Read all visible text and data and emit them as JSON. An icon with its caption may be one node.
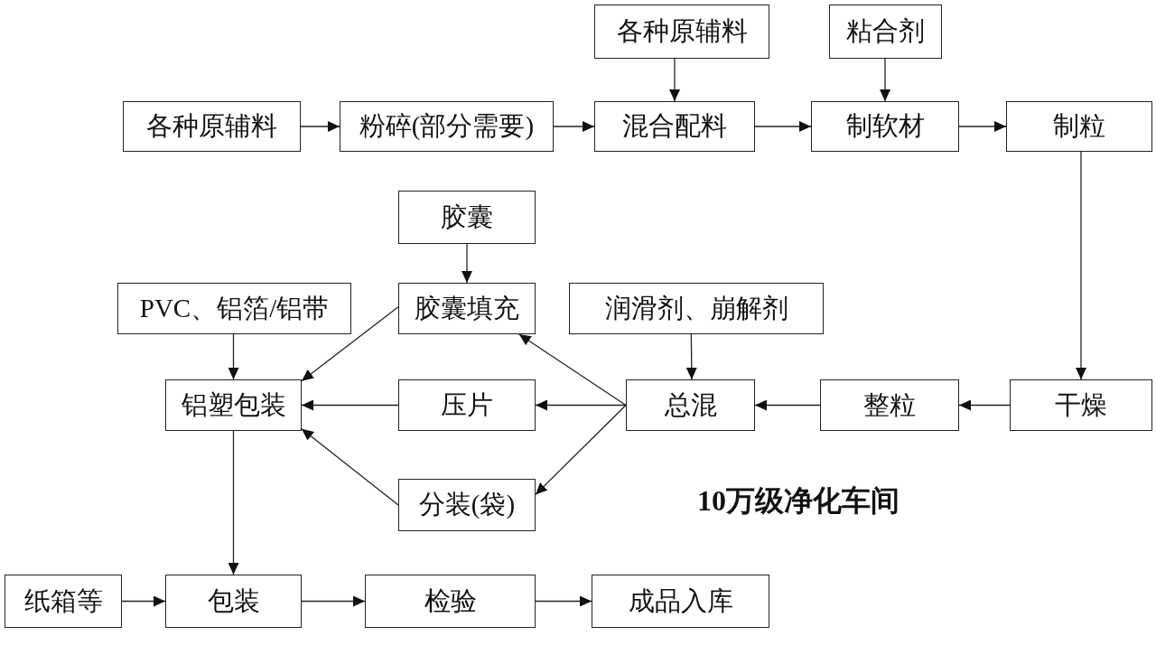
{
  "diagram": {
    "nodes": [
      {
        "text": [
          "各种原辅料"
        ]
      },
      {
        "text": [
          "粉碎(部分需要)"
        ]
      },
      {
        "text": [
          "各种原辅料"
        ]
      },
      {
        "text": [
          "混合配料"
        ]
      },
      {
        "text": [
          "粘合剂"
        ]
      },
      {
        "text": [
          "制软材"
        ]
      },
      {
        "text": [
          "制粒"
        ]
      },
      {
        "text": [
          "胶囊"
        ]
      },
      {
        "text": [
          "PVC、铝箔/铝带"
        ]
      },
      {
        "text": [
          "胶囊填充"
        ]
      },
      {
        "text": [
          "润滑剂、崩解剂"
        ]
      },
      {
        "text": [
          "铝塑包装"
        ]
      },
      {
        "text": [
          "压片"
        ]
      },
      {
        "text": [
          "总混"
        ]
      },
      {
        "text": [
          "整粒"
        ]
      },
      {
        "text": [
          "干燥"
        ]
      },
      {
        "text": [
          "分装(袋)"
        ]
      },
      {
        "text": [
          "纸箱等"
        ]
      },
      {
        "text": [
          "包装"
        ]
      },
      {
        "text": [
          "检验"
        ]
      },
      {
        "text": [
          "成品入库"
        ]
      }
    ],
    "edges": [
      {
        "from": 0,
        "to": 1,
        "arrow": "to"
      },
      {
        "from": 1,
        "to": 3,
        "arrow": "to"
      },
      {
        "from": 2,
        "to": 3,
        "arrow": "to"
      },
      {
        "from": 3,
        "to": 5,
        "arrow": "to"
      },
      {
        "from": 4,
        "to": 5,
        "arrow": "to"
      },
      {
        "from": 5,
        "to": 6,
        "arrow": "to"
      },
      {
        "from": 6,
        "to": 15,
        "arrow": "to"
      },
      {
        "from": 15,
        "to": 14,
        "arrow": "to"
      },
      {
        "from": 14,
        "to": 13,
        "arrow": "to"
      },
      {
        "from": 10,
        "to": 13,
        "arrow": "to"
      },
      {
        "from": 13,
        "to": 9,
        "arrow": "to"
      },
      {
        "from": 13,
        "to": 12,
        "arrow": "to"
      },
      {
        "from": 13,
        "to": 16,
        "arrow": "to"
      },
      {
        "from": 7,
        "to": 9,
        "arrow": "to"
      },
      {
        "from": 9,
        "to": 11,
        "arrow": "to"
      },
      {
        "from": 12,
        "to": 11,
        "arrow": "to"
      },
      {
        "from": 16,
        "to": 11,
        "arrow": "to"
      },
      {
        "from": 8,
        "to": 11,
        "arrow": "to"
      },
      {
        "from": 11,
        "to": 18,
        "arrow": "to"
      },
      {
        "from": 17,
        "to": 18,
        "arrow": "to"
      },
      {
        "from": 18,
        "to": 19,
        "arrow": "to"
      },
      {
        "from": 19,
        "to": 20,
        "arrow": "to"
      }
    ],
    "labels": [
      "10万级净化车间"
    ]
  }
}
